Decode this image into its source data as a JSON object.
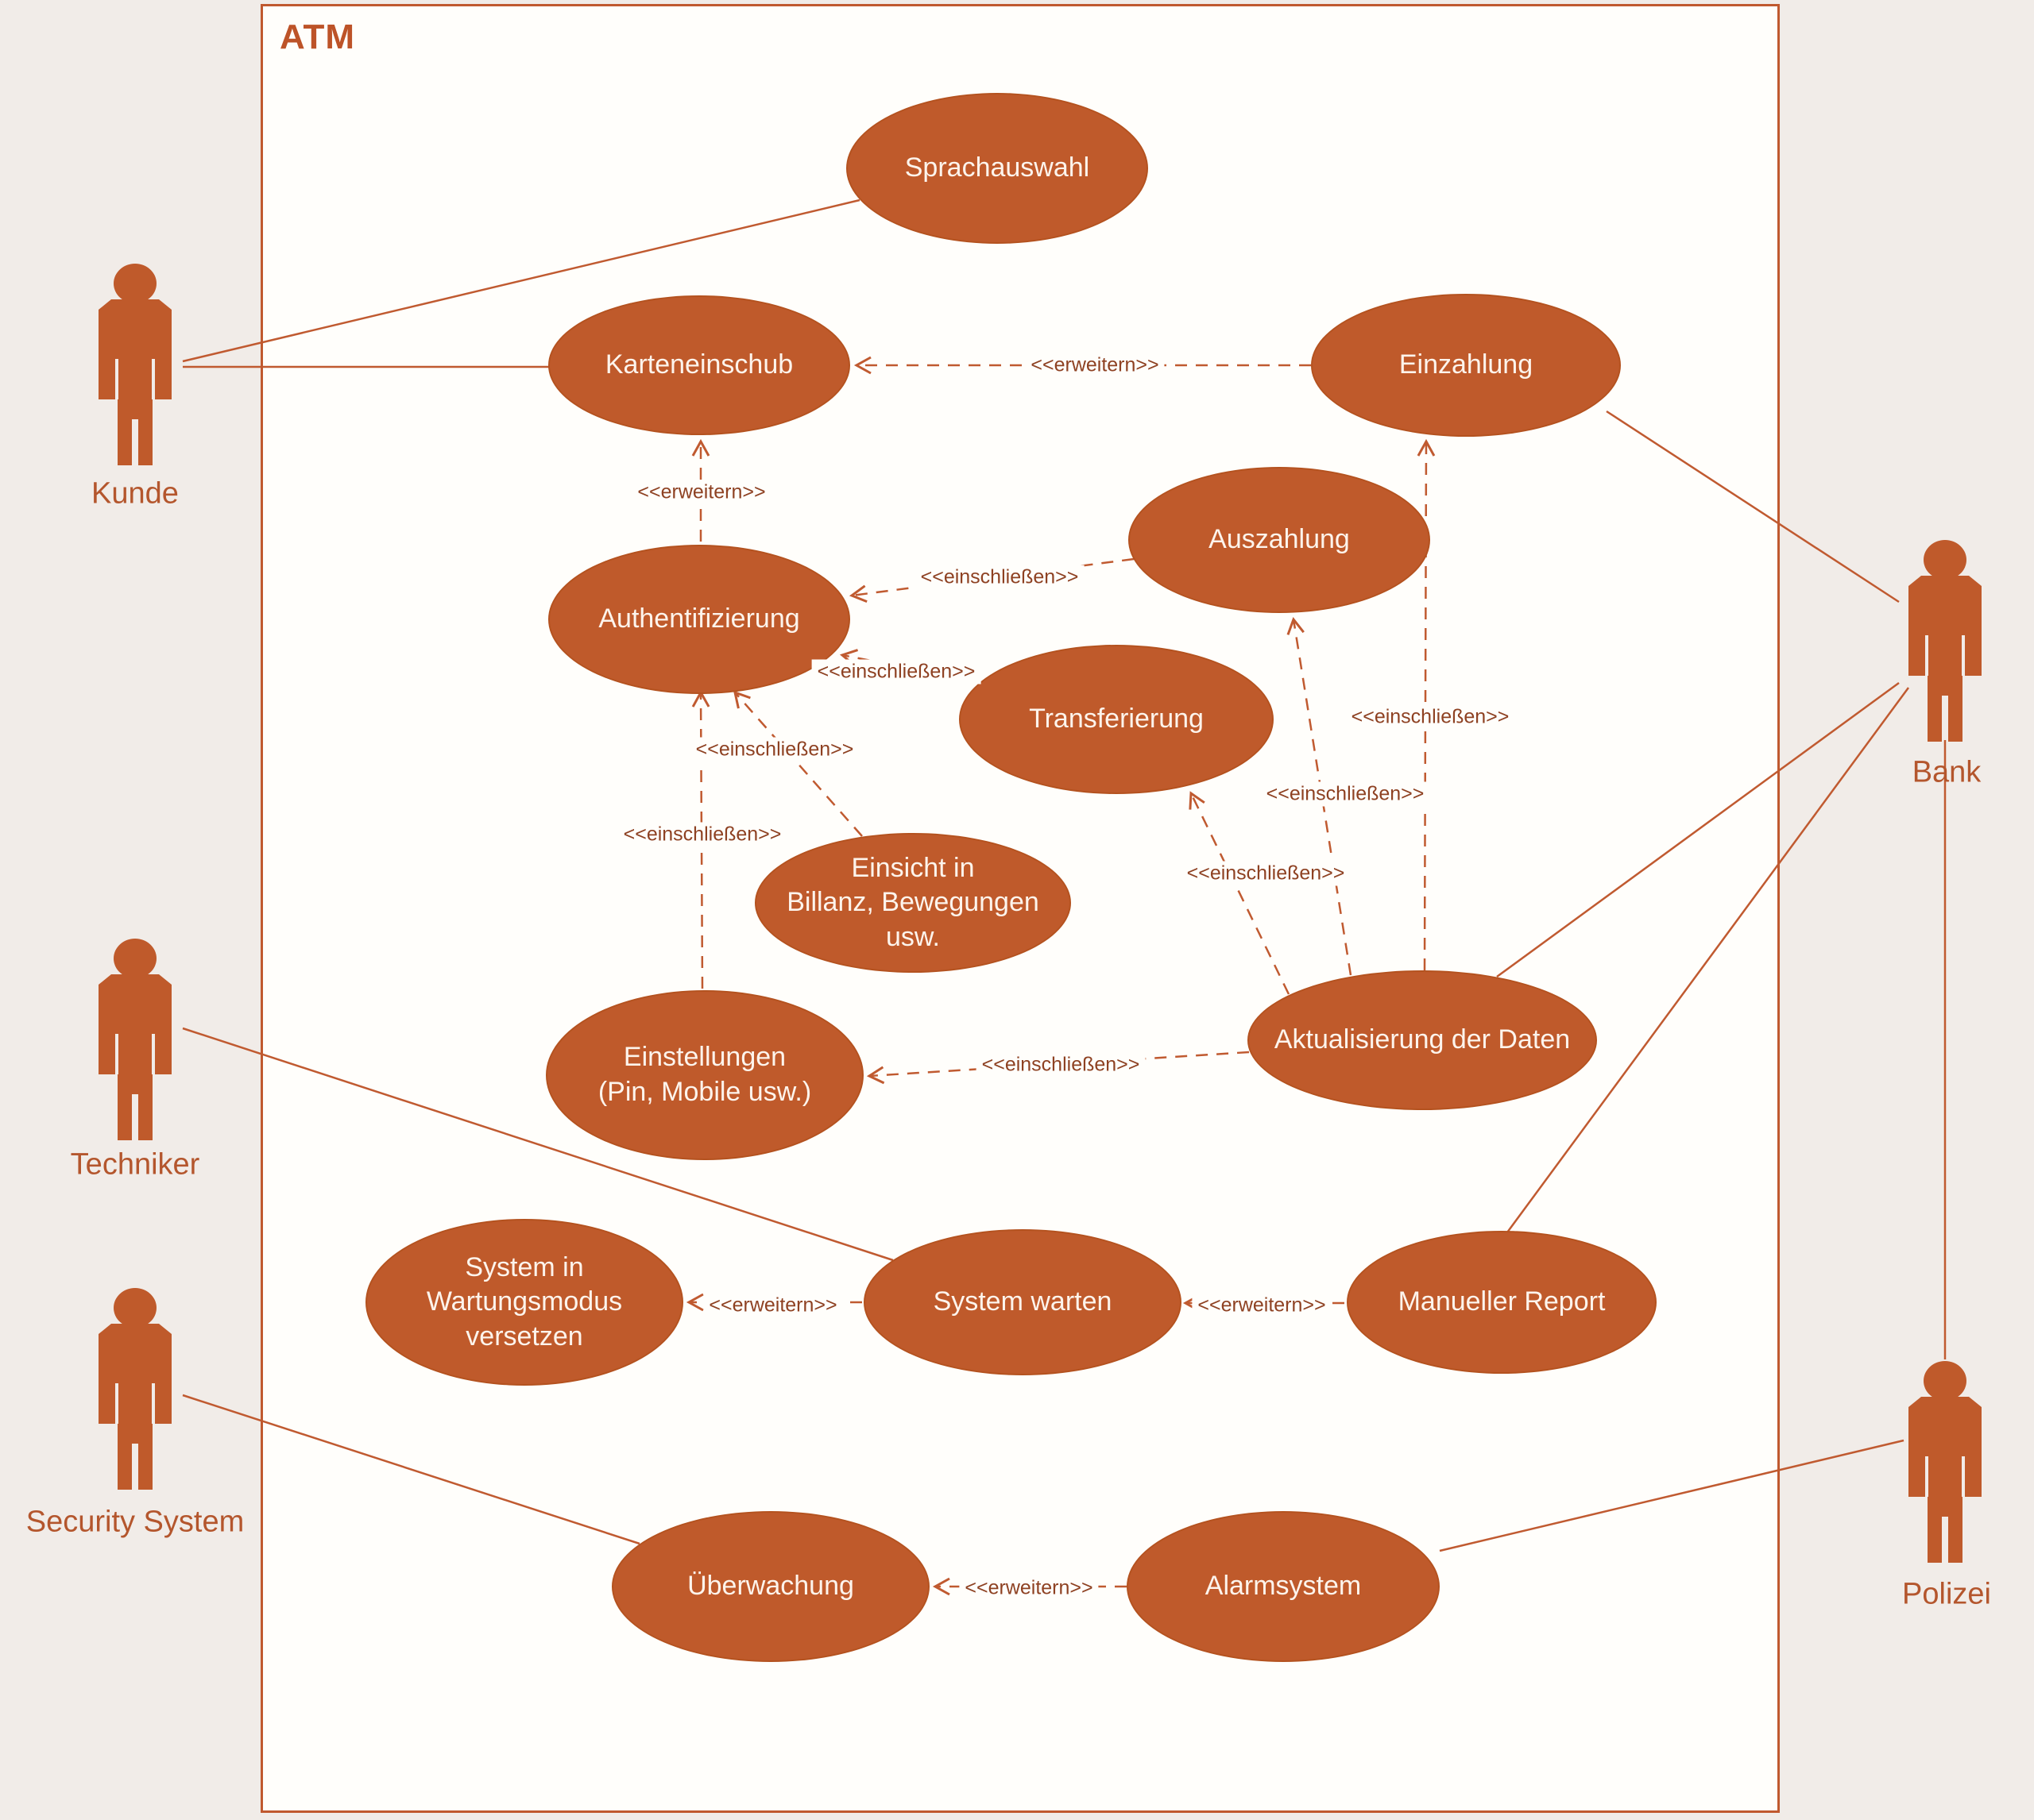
{
  "system": {
    "title": "ATM"
  },
  "actors": {
    "kunde": {
      "label": "Kunde"
    },
    "techniker": {
      "label": "Techniker"
    },
    "security_system": {
      "label": "Security System"
    },
    "bank": {
      "label": "Bank"
    },
    "polizei": {
      "label": "Polizei"
    }
  },
  "use_cases": {
    "sprachauswahl": {
      "label": "Sprachauswahl"
    },
    "karteneinschub": {
      "label": "Karteneinschub"
    },
    "einzahlung": {
      "label": "Einzahlung"
    },
    "auszahlung": {
      "label": "Auszahlung"
    },
    "authentifizierung": {
      "label": "Authentifizierung"
    },
    "transferierung": {
      "label": "Transferierung"
    },
    "einsicht_bilanz": {
      "label": "Einsicht in\nBillanz, Bewegungen\nusw."
    },
    "einstellungen": {
      "label": "Einstellungen\n(Pin, Mobile usw.)"
    },
    "aktualisierung_daten": {
      "label": "Aktualisierung der Daten"
    },
    "wartungsmodus": {
      "label": "System in\nWartungsmodus\nversetzen"
    },
    "system_warten": {
      "label": "System warten"
    },
    "manueller_report": {
      "label": "Manueller Report"
    },
    "ueberwachung": {
      "label": "Überwachung"
    },
    "alarmsystem": {
      "label": "Alarmsystem"
    }
  },
  "relations": {
    "erweitern_einzahlung_karteneinschub": {
      "label": "<<erweitern>>"
    },
    "erweitern_auth_karteneinschub": {
      "label": "<<erweitern>>"
    },
    "einschliessen_auszahlung_auth": {
      "label": "<<einschließen>>"
    },
    "einschliessen_transferierung_auth": {
      "label": "<<einschließen>>"
    },
    "einschliessen_einsicht_auth": {
      "label": "<<einschließen>>"
    },
    "einschliessen_einstellungen_auth": {
      "label": "<<einschließen>>"
    },
    "einschliessen_akt_einstellungen": {
      "label": "<<einschließen>>"
    },
    "einschliessen_akt_auszahlung": {
      "label": "<<einschließen>>"
    },
    "einschliessen_akt_einzahlung": {
      "label": "<<einschließen>>"
    },
    "einschliessen_akt_transferierung": {
      "label": "<<einschließen>>"
    },
    "erweitern_wartung_systemwarten": {
      "label": "<<erweitern>>"
    },
    "erweitern_report_systemwarten": {
      "label": "<<erweitern>>"
    },
    "erweitern_alarm_ueberwachung": {
      "label": "<<erweitern>>"
    }
  },
  "colors": {
    "accent": "#bf5a2b",
    "line": "#c05a30",
    "stereotype_text": "#8e4122",
    "actor_label_text": "#b4562d",
    "canvas": "#f1ece8",
    "box_background": "#fffefb",
    "ellipse_text": "#fdf4ec"
  }
}
